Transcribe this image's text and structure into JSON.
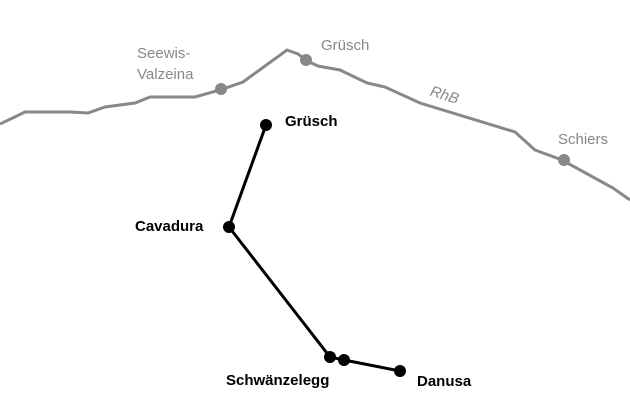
{
  "colors": {
    "rail": "#888888",
    "cableway": "#000000"
  },
  "rail_line": {
    "label": "RhB",
    "stations": [
      "Seewis-Valzeina",
      "Grüsch",
      "Schiers"
    ],
    "seewis_line1": "Seewis-",
    "seewis_line2": "Valzeina"
  },
  "cableway": {
    "stops": [
      "Grüsch",
      "Cavadura",
      "Schwänzelegg",
      "Danusa"
    ]
  }
}
